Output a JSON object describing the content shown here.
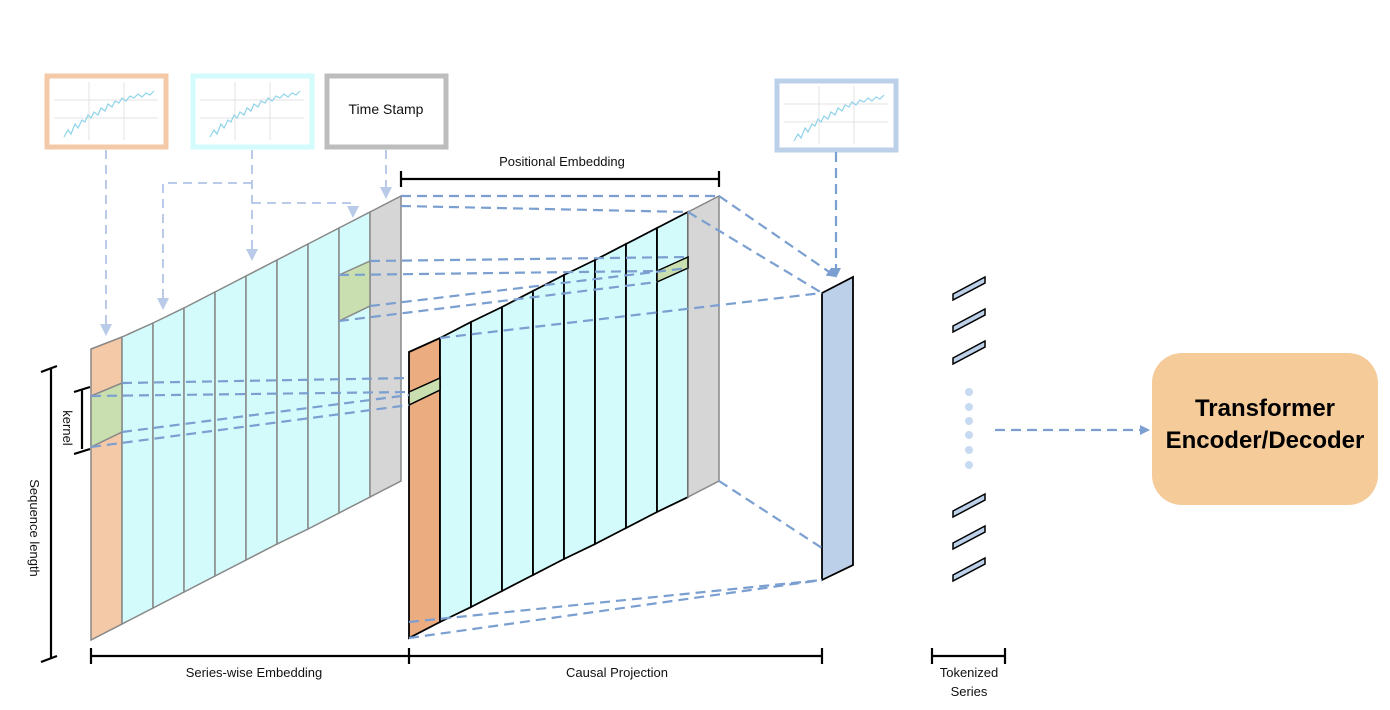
{
  "labels": {
    "time_stamp": "Time Stamp",
    "positional_embedding": "Positional Embedding",
    "kernel": "kernel",
    "sequence_length": "Sequence length",
    "series_wise_embedding": "Series-wise Embedding",
    "causal_projection": "Causal Projection",
    "tokenized_series_line1": "Tokenized",
    "tokenized_series_line2": "Series",
    "transformer_line1": "Transformer",
    "transformer_line2": "Encoder/Decoder"
  },
  "colors": {
    "orange_series": "#f4c9a8",
    "orange_dark": "#ebac80",
    "cyan_series": "#d3fbfc",
    "gray_timestamp": "#d6d6d6",
    "green_kernel": "#c9dfb0",
    "blue_output": "#bcd0ea",
    "transformer_box": "#f5cb9a",
    "arrow_blue": "#7a9fd0",
    "arrow_light": "#b9cbe8"
  },
  "icons": [
    "orange-series-chart-icon",
    "cyan-series-chart-icon",
    "blue-output-chart-icon"
  ]
}
